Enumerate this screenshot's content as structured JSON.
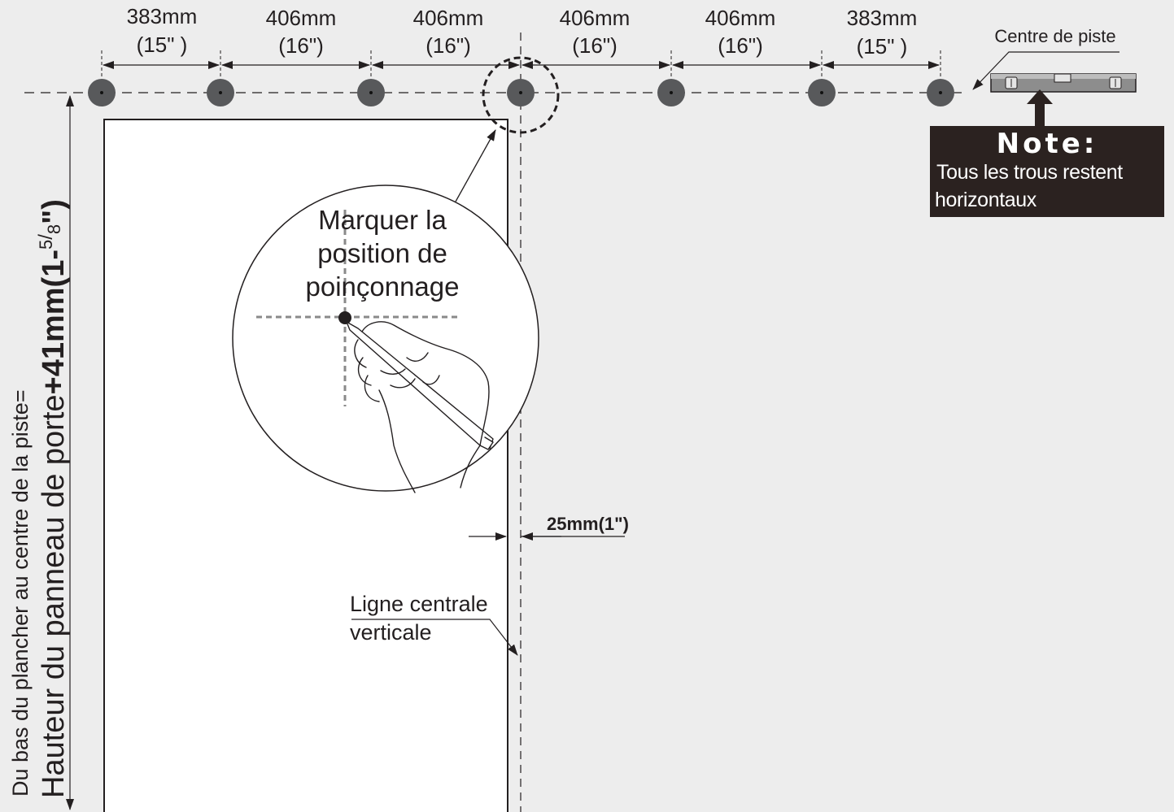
{
  "dimensions": {
    "spacings": [
      {
        "mm": "383mm",
        "inch": "(15\" )"
      },
      {
        "mm": "406mm",
        "inch": "(16\")"
      },
      {
        "mm": "406mm",
        "inch": "(16\")"
      },
      {
        "mm": "406mm",
        "inch": "(16\")"
      },
      {
        "mm": "406mm",
        "inch": "(16\")"
      },
      {
        "mm": "383mm",
        "inch": "(15\" )"
      }
    ],
    "offset_label": "25mm(1\")"
  },
  "labels": {
    "track_center": "Centre de piste",
    "mark_line1": "Marquer la",
    "mark_line2": "position de",
    "mark_line3": "poinçonnage",
    "vertical_line1": "Ligne centrale",
    "vertical_line2": "verticale",
    "height_line1": "Du bas du plancher au centre de la piste=",
    "height_prefix": "Hauteur du panneau de porte",
    "height_bold": "+41mm(1-",
    "height_fraction_num": "5",
    "height_fraction_den": "8",
    "height_close": "\")"
  },
  "note": {
    "title": "Note:",
    "body_line1": "Tous les trous restent",
    "body_line2": "horizontaux"
  },
  "colors": {
    "hole": "#58595b",
    "ink": "#231f20",
    "background": "#ededed"
  }
}
